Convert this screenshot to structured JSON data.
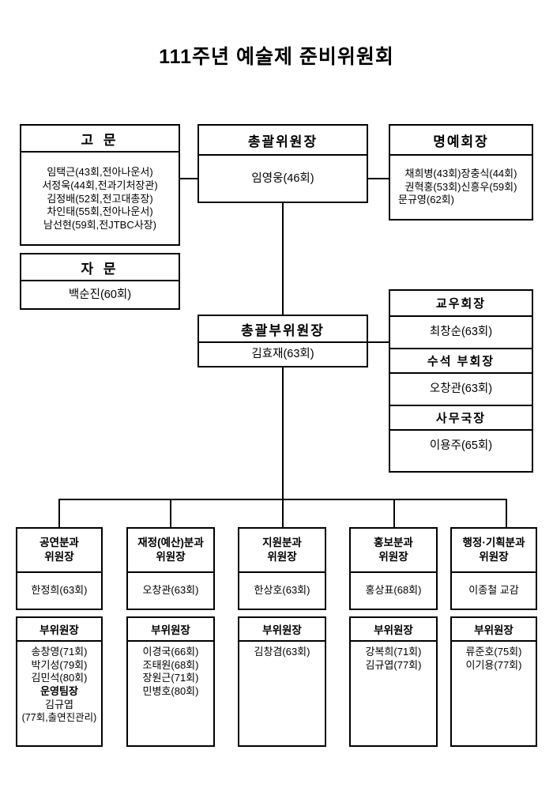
{
  "title": "111주년 예술제 준비위원회",
  "nodes": {
    "advisor": {
      "header": "고 문",
      "members": [
        "임택근(43회,전아나운서)",
        "서정욱(44회,전과기처장관)",
        "김정배(52회,전고대총장)",
        "차인태(55회,전아나운서)",
        "남선현(59회,전JTBC사장)"
      ]
    },
    "counsel": {
      "header": "자 문",
      "members": [
        "백순진(60회)"
      ]
    },
    "chief": {
      "header": "총괄위원장",
      "members": [
        "임영웅(46회)"
      ]
    },
    "honorary": {
      "header": "명예회장",
      "members": [
        "채희병(43회)장충식(44회)",
        "권혁홍(53회)신흥우(59회)",
        "문규영(62회)"
      ]
    },
    "vice_chief": {
      "header": "총괄부위원장",
      "members": [
        "김효재(63회)"
      ]
    },
    "alumni_pres": {
      "header": "교우회장",
      "members": [
        "최창순(63회)"
      ]
    },
    "senior_vp": {
      "header": "수석 부회장",
      "members": [
        "오창관(63회)"
      ]
    },
    "secretary_general": {
      "header": "사무국장",
      "members": [
        "이용주(65회)"
      ]
    }
  },
  "committees": [
    {
      "header_line1": "공연분과",
      "header_line2": "위원장",
      "chair": [
        "한정희(63회)"
      ],
      "vice_header": "부위원장",
      "vice": [
        "송창영(71회)",
        "박기성(79회)",
        "김민석(80회)"
      ],
      "extra_header": "운영팀장",
      "extra": [
        "김규엽",
        "(77회,출연진관리)"
      ]
    },
    {
      "header_line1": "재정(예산)분과",
      "header_line2": "위원장",
      "chair": [
        "오창관(63회)"
      ],
      "vice_header": "부위원장",
      "vice": [
        "이경국(66회)",
        "조태원(68회)",
        "장원근(71회)",
        "민병호(80회)"
      ],
      "extra_header": "",
      "extra": []
    },
    {
      "header_line1": "지원분과",
      "header_line2": "위원장",
      "chair": [
        "한상호(63회)"
      ],
      "vice_header": "부위원장",
      "vice": [
        "김창겸(63회)"
      ],
      "extra_header": "",
      "extra": []
    },
    {
      "header_line1": "홍보분과",
      "header_line2": "위원장",
      "chair": [
        "홍상표(68회)"
      ],
      "vice_header": "부위원장",
      "vice": [
        "강복희(71회)",
        "김규엽(77회)"
      ],
      "extra_header": "",
      "extra": []
    },
    {
      "header_line1": "행정·기획분과",
      "header_line2": "위원장",
      "chair": [
        "이종철 교감"
      ],
      "vice_header": "부위원장",
      "vice": [
        "류준호(75회)",
        "이기용(77회)"
      ],
      "extra_header": "",
      "extra": []
    }
  ],
  "colors": {
    "line": "#000000",
    "background": "#ffffff",
    "text": "#000000"
  }
}
